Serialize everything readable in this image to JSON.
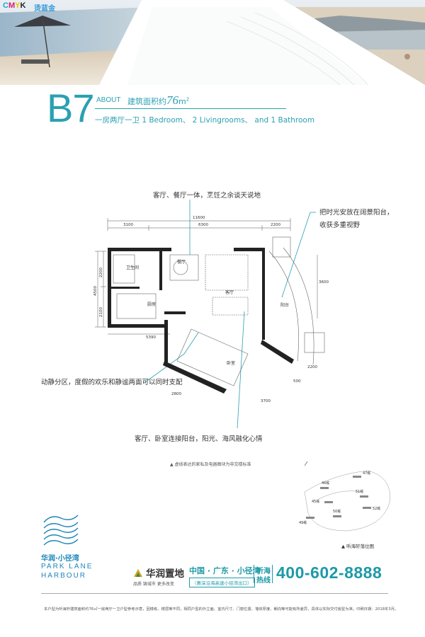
{
  "header": {
    "brand_c": "C",
    "brand_m": "M",
    "brand_y": "Y",
    "brand_k": "K",
    "brand_sub": "烫蓝金"
  },
  "title": {
    "unit_code": "B7",
    "about": "ABOUT",
    "area_prefix": "建筑面积约",
    "area_value": "76",
    "area_unit": "m",
    "area_sup": "2",
    "layout_desc": "一房两厅一卫   1 Bedroom、 2 Livingrooms、 and 1 Bathroom"
  },
  "notes": {
    "top": "客厅、餐厅一体，烹饪之余谈天说地",
    "right_line1": "把时光安放在阔景阳台，",
    "right_line2": "收获多重视野",
    "left": "动静分区，度假的欢乐和静谧两面可以同时支配",
    "bottom": "客厅、卧室连接阳台，阳光、海风融化心情",
    "fine": "▲ 虚线表达的家私及电器图块为非交楼标准"
  },
  "floorplan": {
    "dims": {
      "total_width": "11600",
      "w1": "3100",
      "w2": "6300",
      "w3": "2200",
      "h_total": "4500",
      "h1": "2200",
      "h2": "2100",
      "bottom1": "5390",
      "right1": "3600",
      "diag1": "2800",
      "diag2": "3700",
      "diag3": "500",
      "diag4": "2200"
    },
    "rooms": {
      "bath": "卫生间",
      "dining": "餐厅",
      "living": "客厅",
      "kitchen": "厨房",
      "bedroom": "卧室",
      "balcony": "阳台"
    }
  },
  "site_map": {
    "caption": "▲ 听海轩落位图",
    "labels": [
      "46栋",
      "47栋",
      "45栋",
      "51栋",
      "52栋",
      "49栋",
      "50栋"
    ]
  },
  "project": {
    "name_cn": "华润·小径湾",
    "name_en_1": "PARK LANE",
    "name_en_2": "HARBOUR"
  },
  "developer": {
    "name": "华润置地",
    "slogan": "品质 铸城市 更多改变",
    "location": "中国 · 广东 · 小径湾",
    "location_sub": "（惠深沿海高速小径湾出口）",
    "hotline_1": "听海",
    "hotline_2": "热线",
    "phone": "400-602-8888"
  },
  "colors": {
    "accent": "#2aa0b2",
    "brand_blue": "#1d86b8"
  },
  "disclaimer": "本户型为听海轩建筑面积约76㎡一房两厅一卫户型参考示意，因楼栋、楼层等不同，相同户型的外立面、室内尺寸、门窗位置、墙体厚度、朝向等可能有所差异，具体以实际交付房型为准。印刷日期：2018年3月。"
}
